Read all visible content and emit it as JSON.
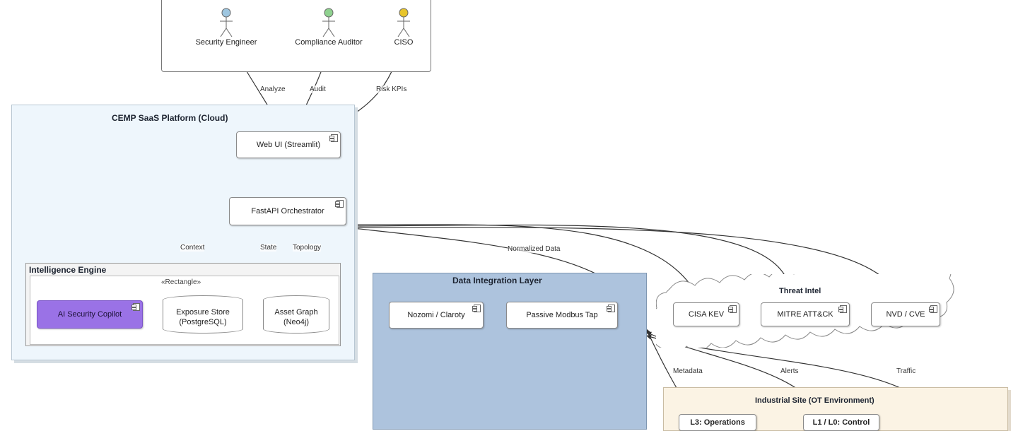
{
  "actors_box": {
    "actors": [
      {
        "label": "Security Engineer",
        "color": "#9ec6e0"
      },
      {
        "label": "Compliance Auditor",
        "color": "#8fd18f"
      },
      {
        "label": "CISO",
        "color": "#e8c52c"
      }
    ]
  },
  "edges": {
    "analyze": "Analyze",
    "audit": "Audit",
    "risk_kpis": "Risk KPIs",
    "context": "Context",
    "state": "State",
    "topology": "Topology",
    "normalized_data": "Normalized Data",
    "metadata": "Metadata",
    "alerts": "Alerts",
    "traffic": "Traffic"
  },
  "saas": {
    "title": "CEMP SaaS Platform (Cloud)",
    "web_ui": "Web UI (Streamlit)",
    "orchestrator": "FastAPI Orchestrator"
  },
  "intelligence": {
    "title": "Intelligence Engine",
    "subtitle": "«Rectangle»",
    "copilot": "AI Security Copilot",
    "exposure_store": "Exposure Store (PostgreSQL)",
    "asset_graph": "Asset Graph (Neo4j)"
  },
  "integration": {
    "title": "Data Integration Layer",
    "nozomi": "Nozomi / Claroty",
    "modbus": "Passive Modbus Tap"
  },
  "threat_intel": {
    "title": "Threat Intel",
    "cisa": "CISA KEV",
    "mitre": "MITRE ATT&CK",
    "nvd": "NVD / CVE"
  },
  "edge": {
    "title": "Industrial Site (OT Environment)",
    "l3": "L3: Operations",
    "l1": "L1 / L0: Control"
  },
  "colors": {
    "saas_bg": "#eef6fc",
    "integration_bg": "#adc3dd",
    "copilot": "#9a72e6",
    "edge_bg": "#fbf3e4"
  }
}
